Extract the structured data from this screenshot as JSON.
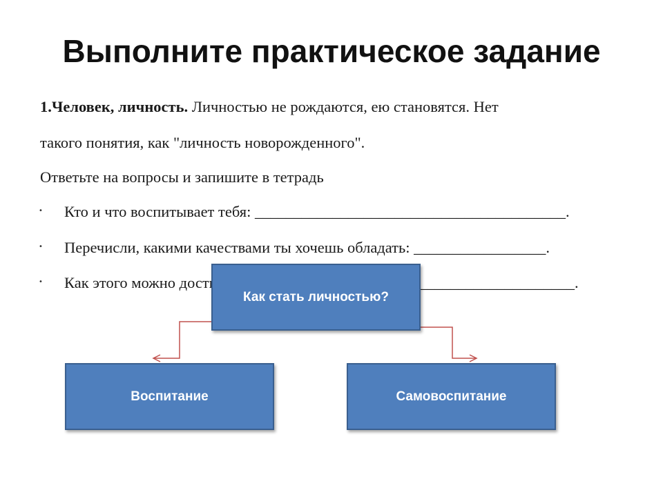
{
  "title": "Выполните практическое задание",
  "paragraph": {
    "lead_bold": "1.Человек, личность.",
    "line1_rest": " Личностью не рождаются, ею становятся. Нет",
    "line2": "такого понятия, как \"личность новорожденного\"."
  },
  "instruction": "Ответьте на вопросы и запишите в тетрадь",
  "bullets": [
    "Кто и что воспитывает тебя: ________________________________________.",
    "Перечисли, какими качествами ты хочешь обладать: _________________.",
    "Как этого можно достичь: ___________________________________________."
  ],
  "diagram": {
    "top": "Как стать личностью?",
    "left": "Воспитание",
    "right": "Самовоспитание"
  },
  "colors": {
    "box_fill": "#4f7fbd",
    "box_border": "#3a5f8f",
    "connector": "#c0504d"
  }
}
